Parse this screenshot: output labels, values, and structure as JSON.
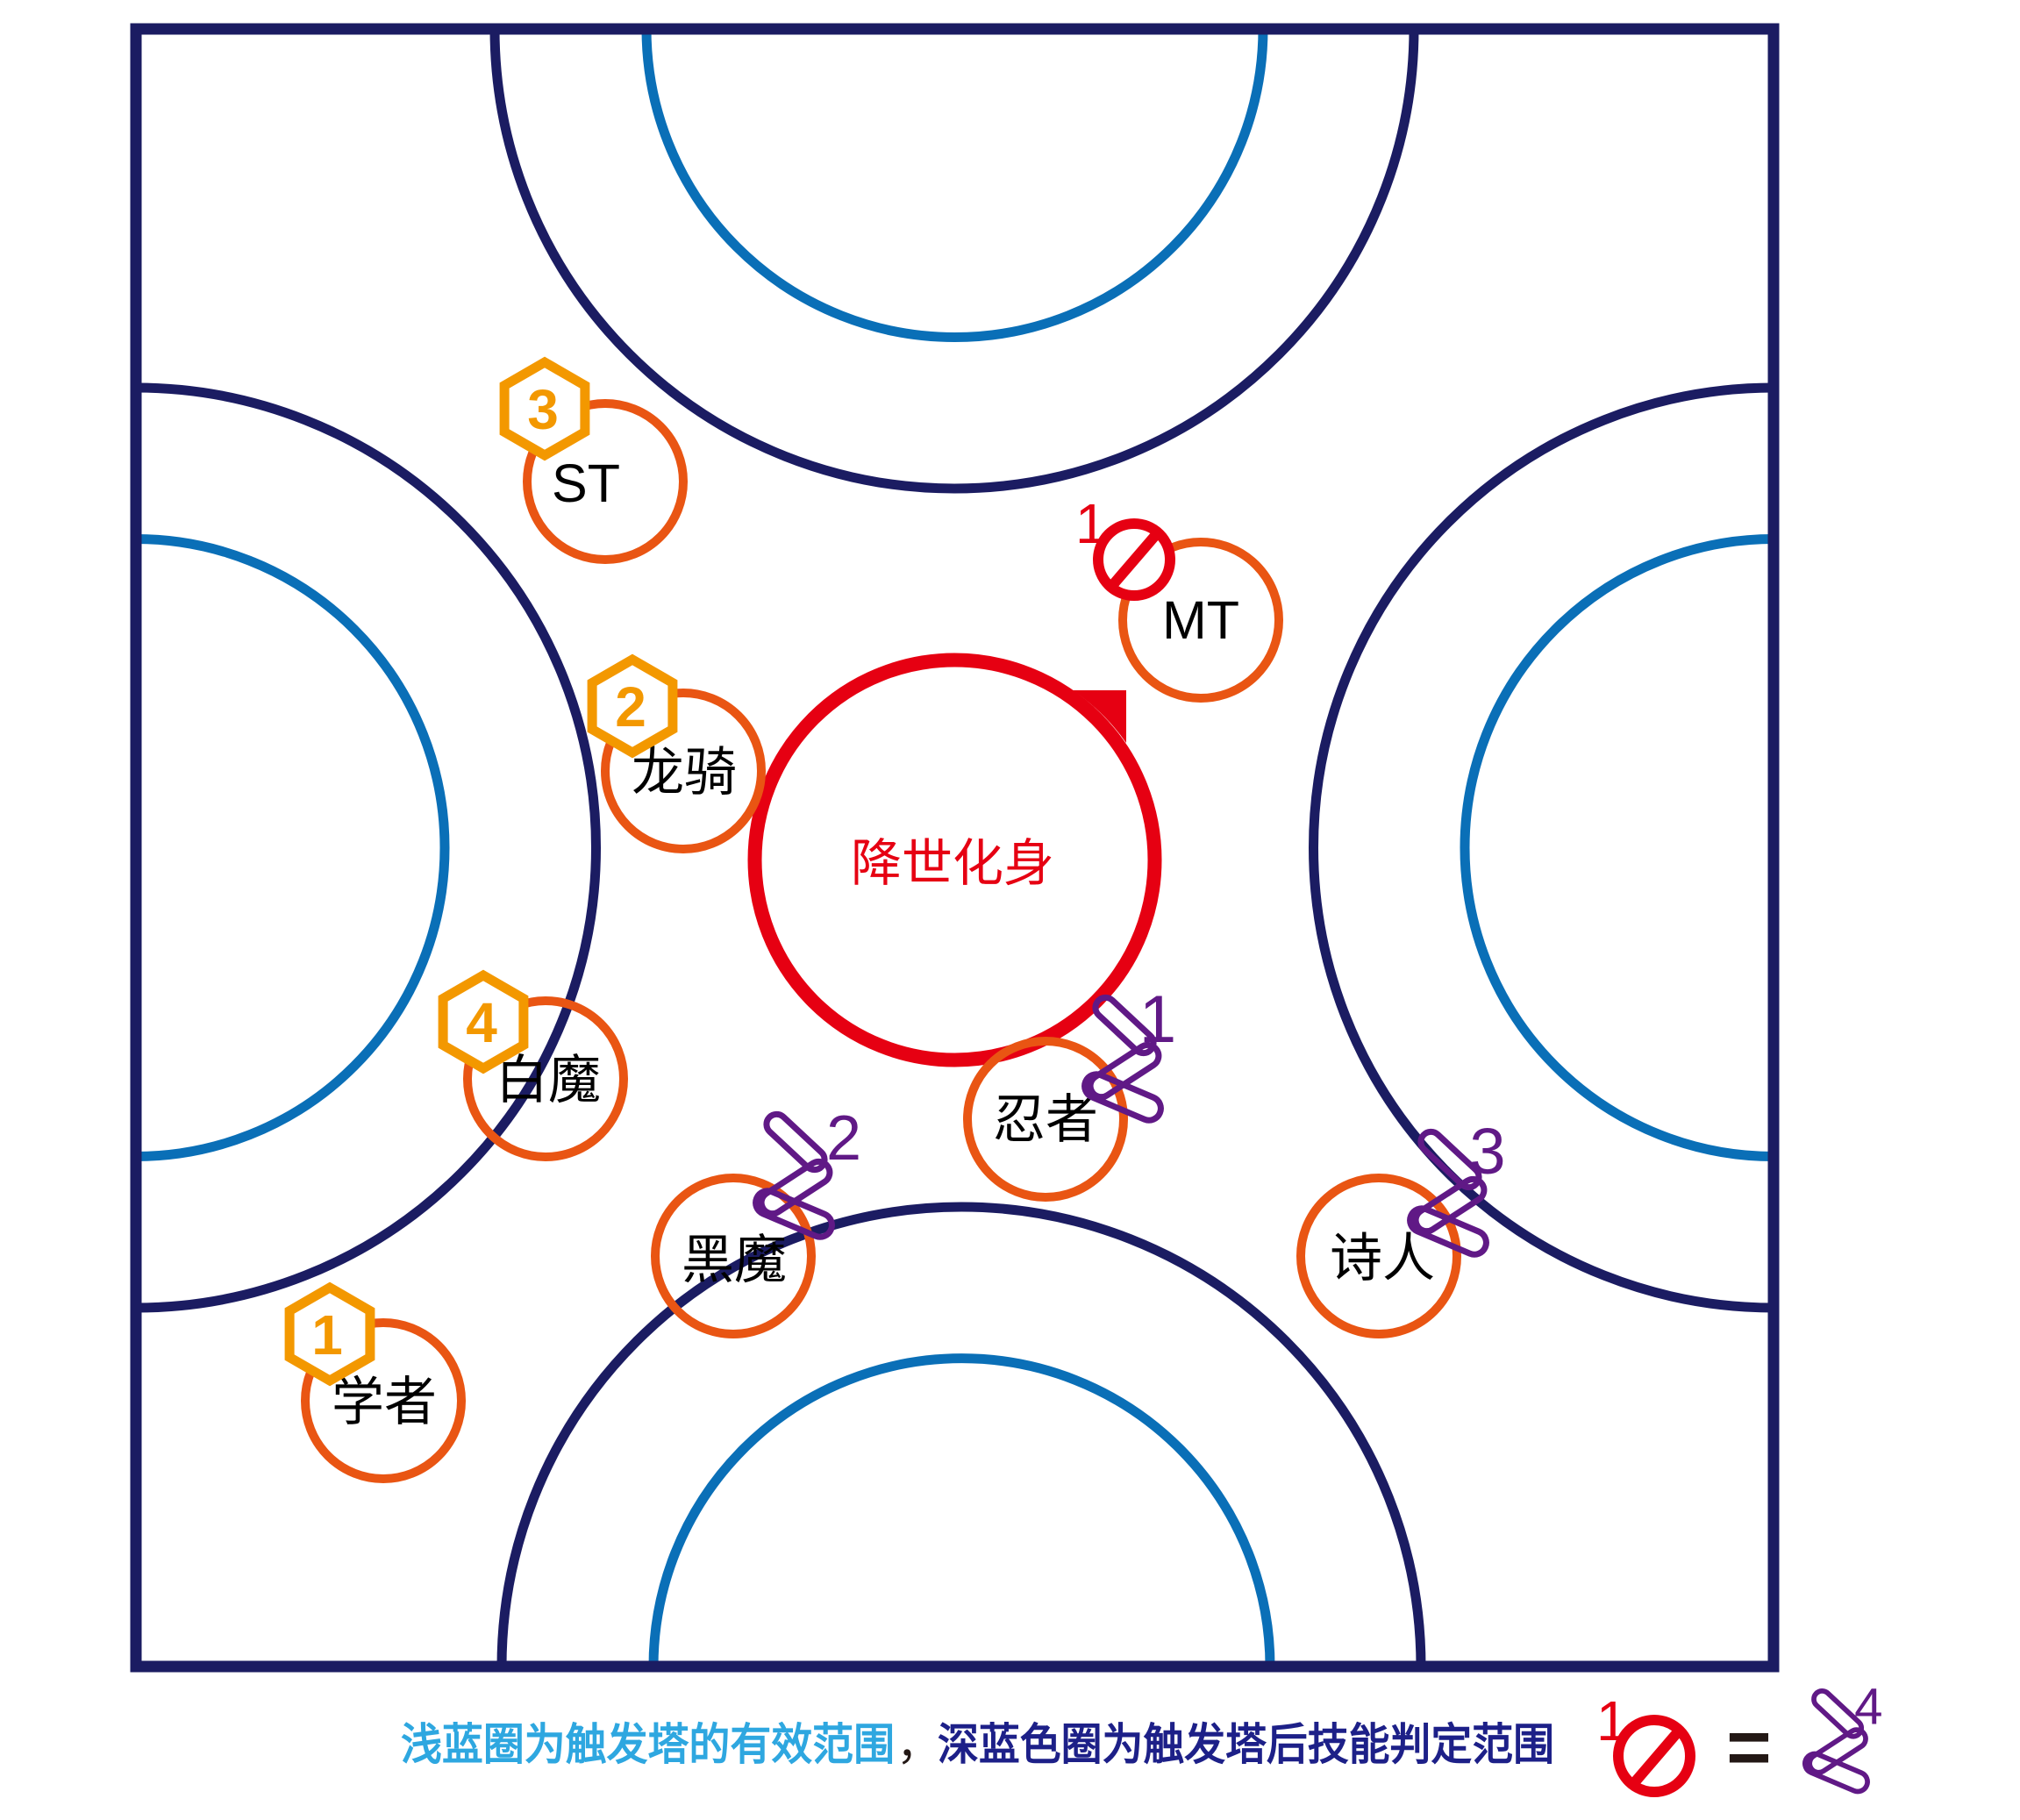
{
  "diagram": {
    "boss": {
      "label": "降世化身",
      "icon": "boss-hitbox-ring"
    },
    "players": [
      {
        "label": "ST"
      },
      {
        "label": "MT"
      },
      {
        "label": "龙骑"
      },
      {
        "label": "白魔"
      },
      {
        "label": "忍者"
      },
      {
        "label": "黑魔"
      },
      {
        "label": "诗人"
      },
      {
        "label": "学者"
      }
    ],
    "tower_order_markers": [
      {
        "number": "1",
        "icon": "hexagon-icon"
      },
      {
        "number": "2",
        "icon": "hexagon-icon"
      },
      {
        "number": "3",
        "icon": "hexagon-icon"
      },
      {
        "number": "4",
        "icon": "hexagon-icon"
      }
    ],
    "chain_markers": [
      {
        "number": "1",
        "icon": "chain-icon"
      },
      {
        "number": "2",
        "icon": "chain-icon"
      },
      {
        "number": "3",
        "icon": "chain-icon"
      }
    ],
    "prohibit_marker": {
      "number": "1",
      "icon": "prohibit-icon"
    }
  },
  "legend": {
    "light_blue_text": "浅蓝圈为触发塔的有效范围",
    "separator": "，",
    "dark_blue_text": "深蓝色圈为触发塔后技能判定范围",
    "prohibit_number": "1",
    "equals": "=",
    "chain_number": "4"
  },
  "colors": {
    "arena_outline": "#1b1c62",
    "light_blue_ring": "#0a6fb7",
    "player_ring": "#e95513",
    "tower_marker": "#f39800",
    "boss": "#e60012",
    "chain_marker": "#601986",
    "legend_light_text": "#2ea7e0",
    "legend_dark_text": "#1d2088",
    "text": "#000000",
    "equals": "#231815"
  }
}
